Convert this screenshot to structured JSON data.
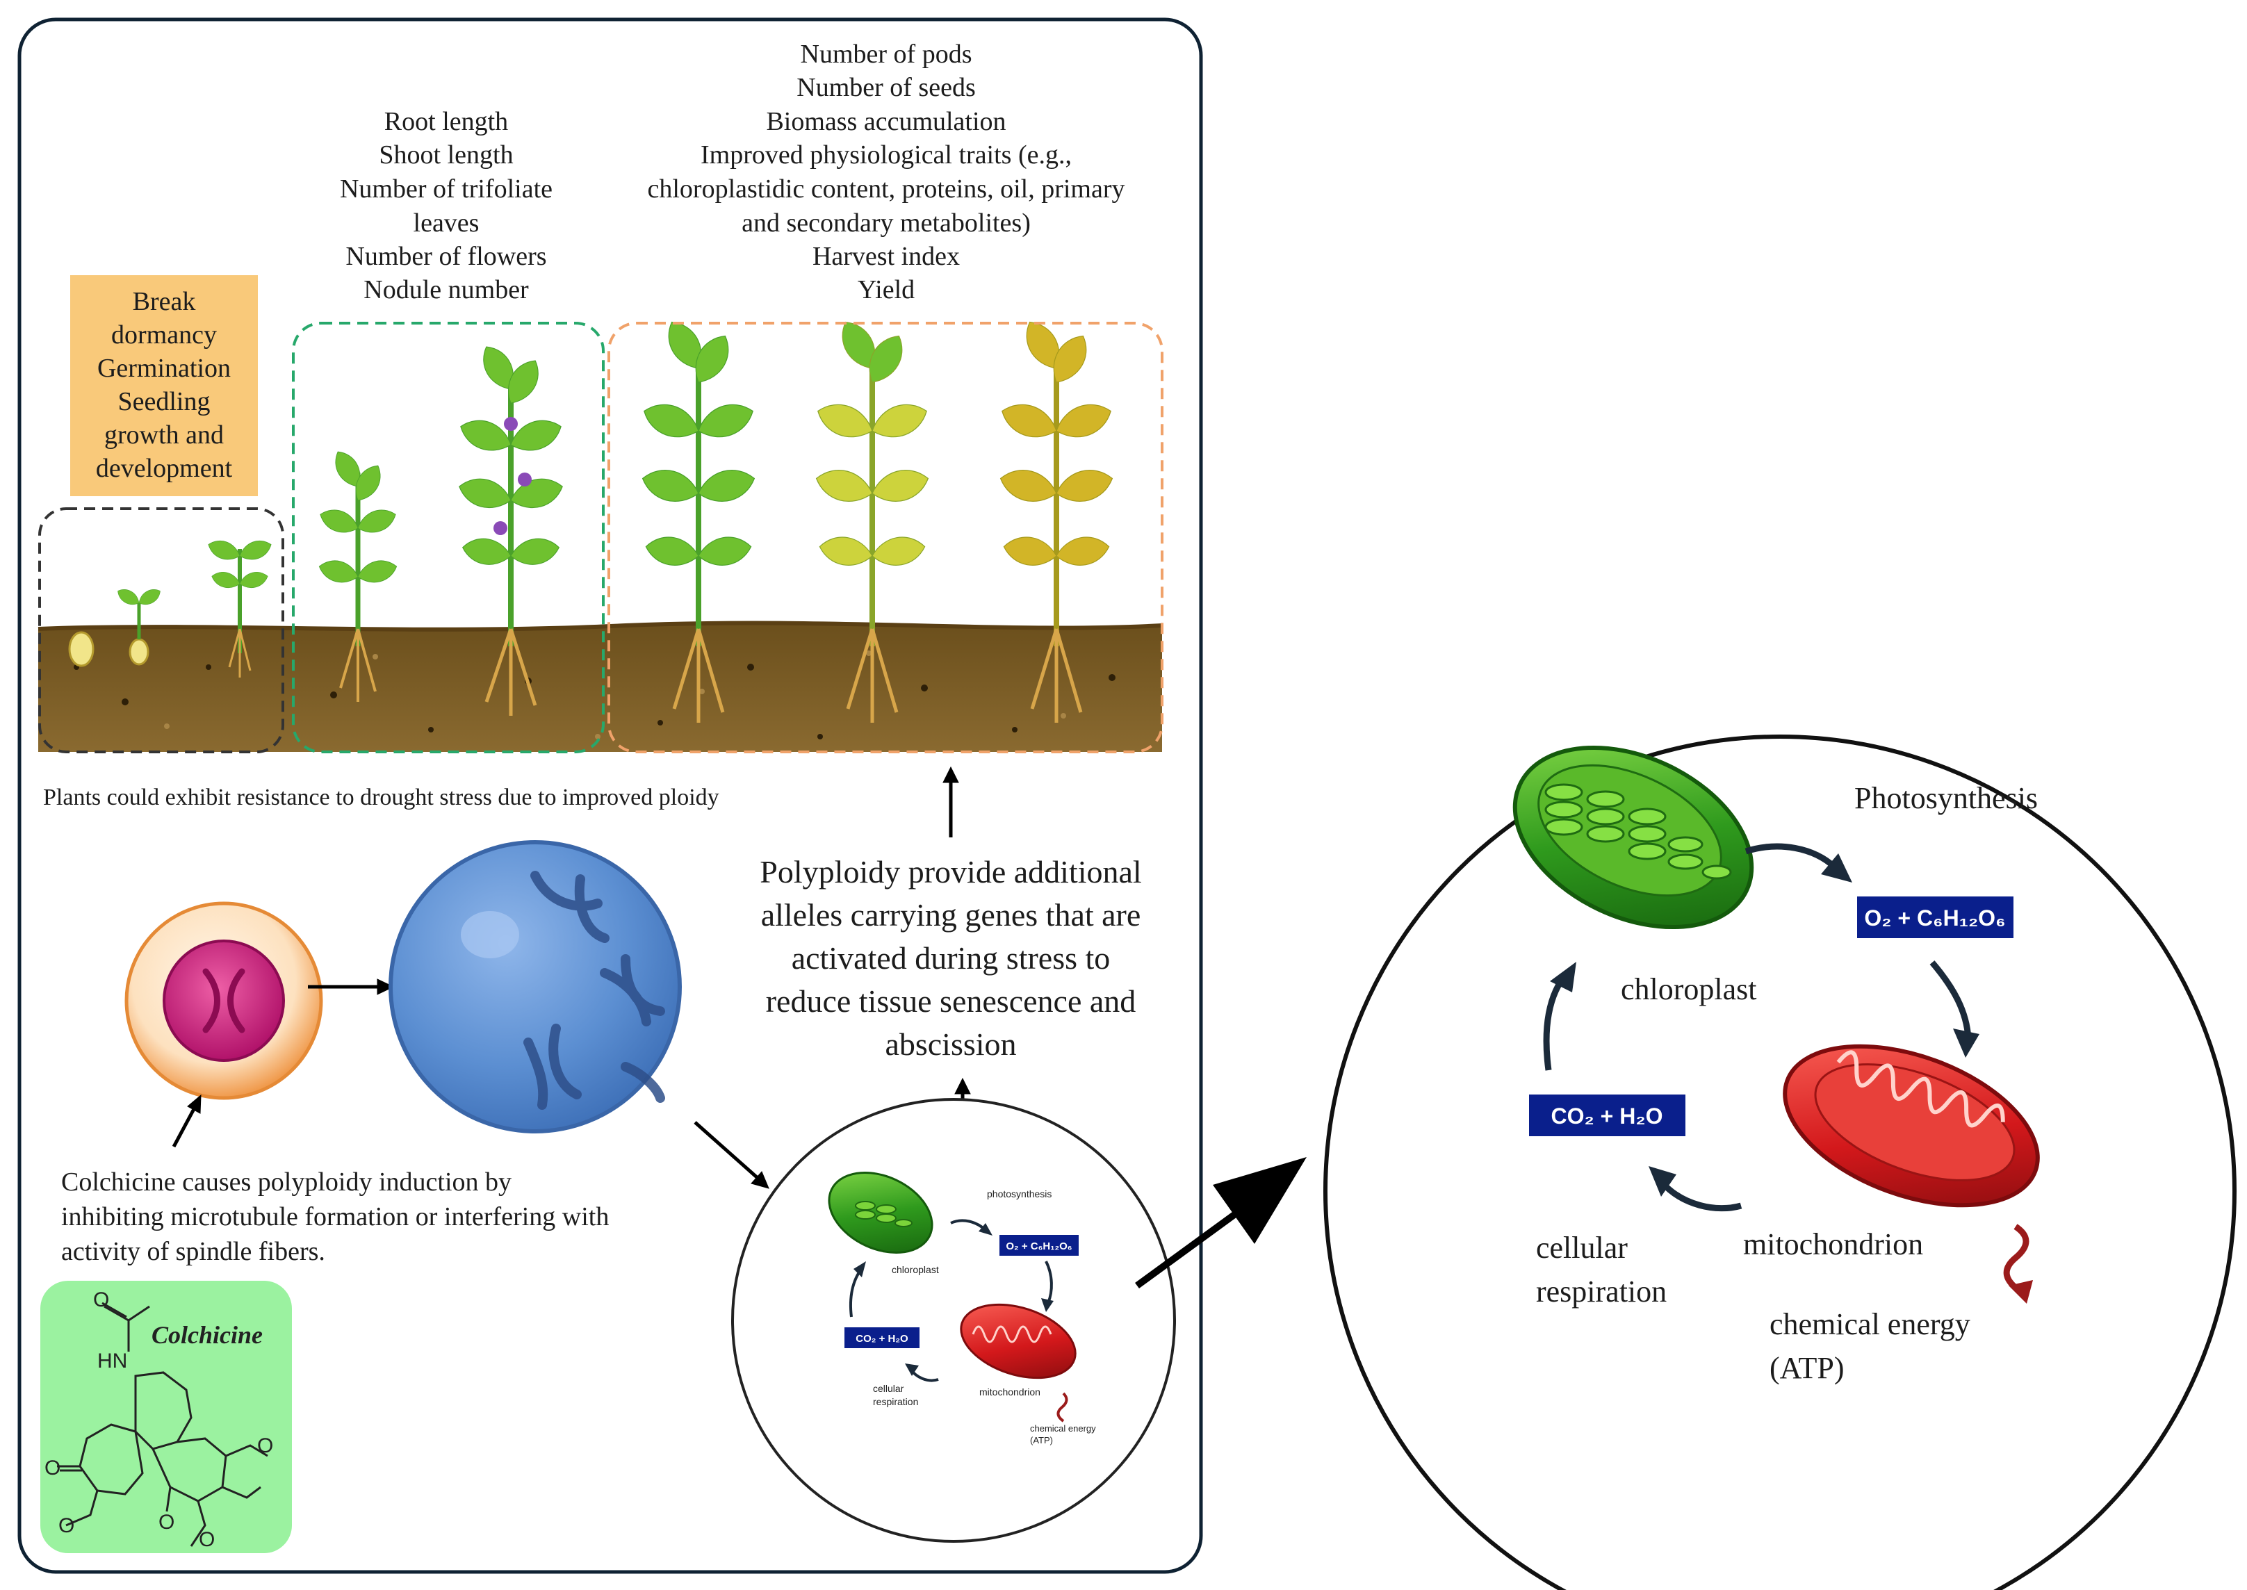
{
  "stages": {
    "seedling": {
      "lines": [
        "Break",
        "dormancy",
        "Germination",
        "Seedling",
        "growth and",
        "development"
      ]
    },
    "vegetative": {
      "lines": [
        "Root length",
        "Shoot length",
        "Number of trifoliate",
        "leaves",
        "Number of flowers",
        "Nodule number"
      ]
    },
    "reproductive": {
      "lines": [
        "Number of pods",
        "Number of seeds",
        "Biomass accumulation",
        "Improved physiological traits (e.g.,",
        "chloroplastidic content, proteins, oil, primary",
        "and secondary metabolites)",
        "Harvest index",
        "Yield"
      ]
    }
  },
  "drought_note": "Plants could exhibit resistance to drought stress due to improved ploidy",
  "polyploidy_note": {
    "lines": [
      "Polyploidy provide additional",
      "alleles carrying genes that are",
      "activated during stress to",
      "reduce tissue senescence and",
      "abscission"
    ]
  },
  "colchicine_note": {
    "lines": [
      "Colchicine causes polyploidy induction by",
      "inhibiting microtubule formation or interfering with",
      "activity of spindle fibers."
    ]
  },
  "colchicine_structure": {
    "name": "Colchicine",
    "atoms": {
      "o_top": "O",
      "nh": "HN",
      "o_ketone": "O",
      "o_1": "O",
      "o_2": "O",
      "o_3": "O",
      "o_4": "O"
    }
  },
  "cycle_small": {
    "photosynthesis": "photosynthesis",
    "chloroplast": "chloroplast",
    "products": "O₂ + C₆H₁₂O₆",
    "reactants": "CO₂ + H₂O",
    "mitochondrion": "mitochondrion",
    "respiration_lines": [
      "cellular",
      "respiration"
    ],
    "energy_lines": [
      "chemical energy",
      "(ATP)"
    ]
  },
  "cycle_large": {
    "photosynthesis": "Photosynthesis",
    "chloroplast": "chloroplast",
    "products": "O₂ + C₆H₁₂O₆",
    "reactants": "CO₂ + H₂O",
    "mitochondrion": "mitochondrion",
    "respiration_lines": [
      "cellular",
      "respiration"
    ],
    "energy_lines": [
      "chemical energy",
      "(ATP)"
    ]
  },
  "colors": {
    "panel_border": "#0f2233",
    "soil": "#7b5b26",
    "leaf": "#6fc12f",
    "leaf_yellow": "#cdd33c",
    "stage_box": "#f9c97a",
    "box_green_dash": "#27a86b",
    "box_orange_dash": "#f0a26a",
    "formula_bg": "#0a1f8c",
    "cell_blue": "#5c8fd2",
    "nucleus": "#d3257e",
    "chloroplast": "#2f9a1d",
    "mitochondrion": "#d3181b",
    "colchicine_bg": "#9bf2a0"
  }
}
